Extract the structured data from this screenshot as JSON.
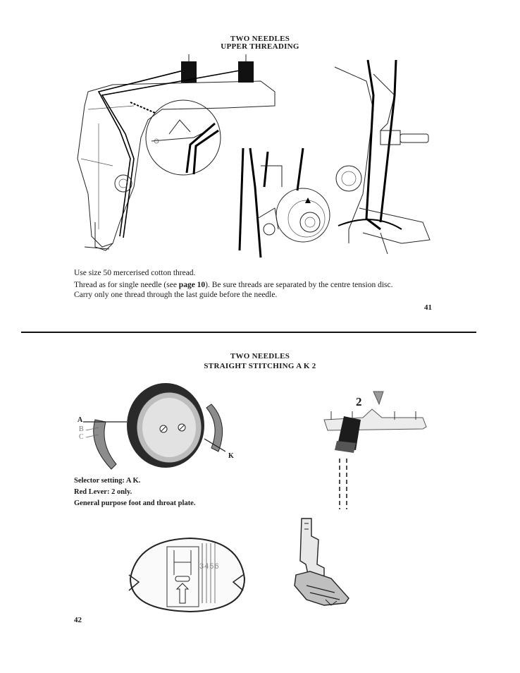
{
  "upper": {
    "title_line1": "TWO NEEDLES",
    "title_line2": "UPPER THREADING",
    "text_line1": "Use size 50 mercerised cotton thread.",
    "text_line2_a": "Thread as for single needle (see ",
    "text_line2_b": "page 10",
    "text_line2_c": "). Be sure threads are separated by the centre tension disc.",
    "text_line3": "Carry only one thread through the last guide before the needle.",
    "page_number": "41"
  },
  "lower": {
    "title_line1": "TWO NEEDLES",
    "title_line2": "STRAIGHT STITCHING A K 2",
    "selector_label_a": "A",
    "selector_label_b": "B",
    "selector_label_c": "C",
    "selector_label_k": "K",
    "lever_number": "2",
    "throat_plate_numbers": "3456",
    "settings_line1": "Selector setting: A K.",
    "settings_line2": "Red Lever: 2 only.",
    "settings_line3": "General purpose foot and throat plate.",
    "page_number": "42"
  }
}
